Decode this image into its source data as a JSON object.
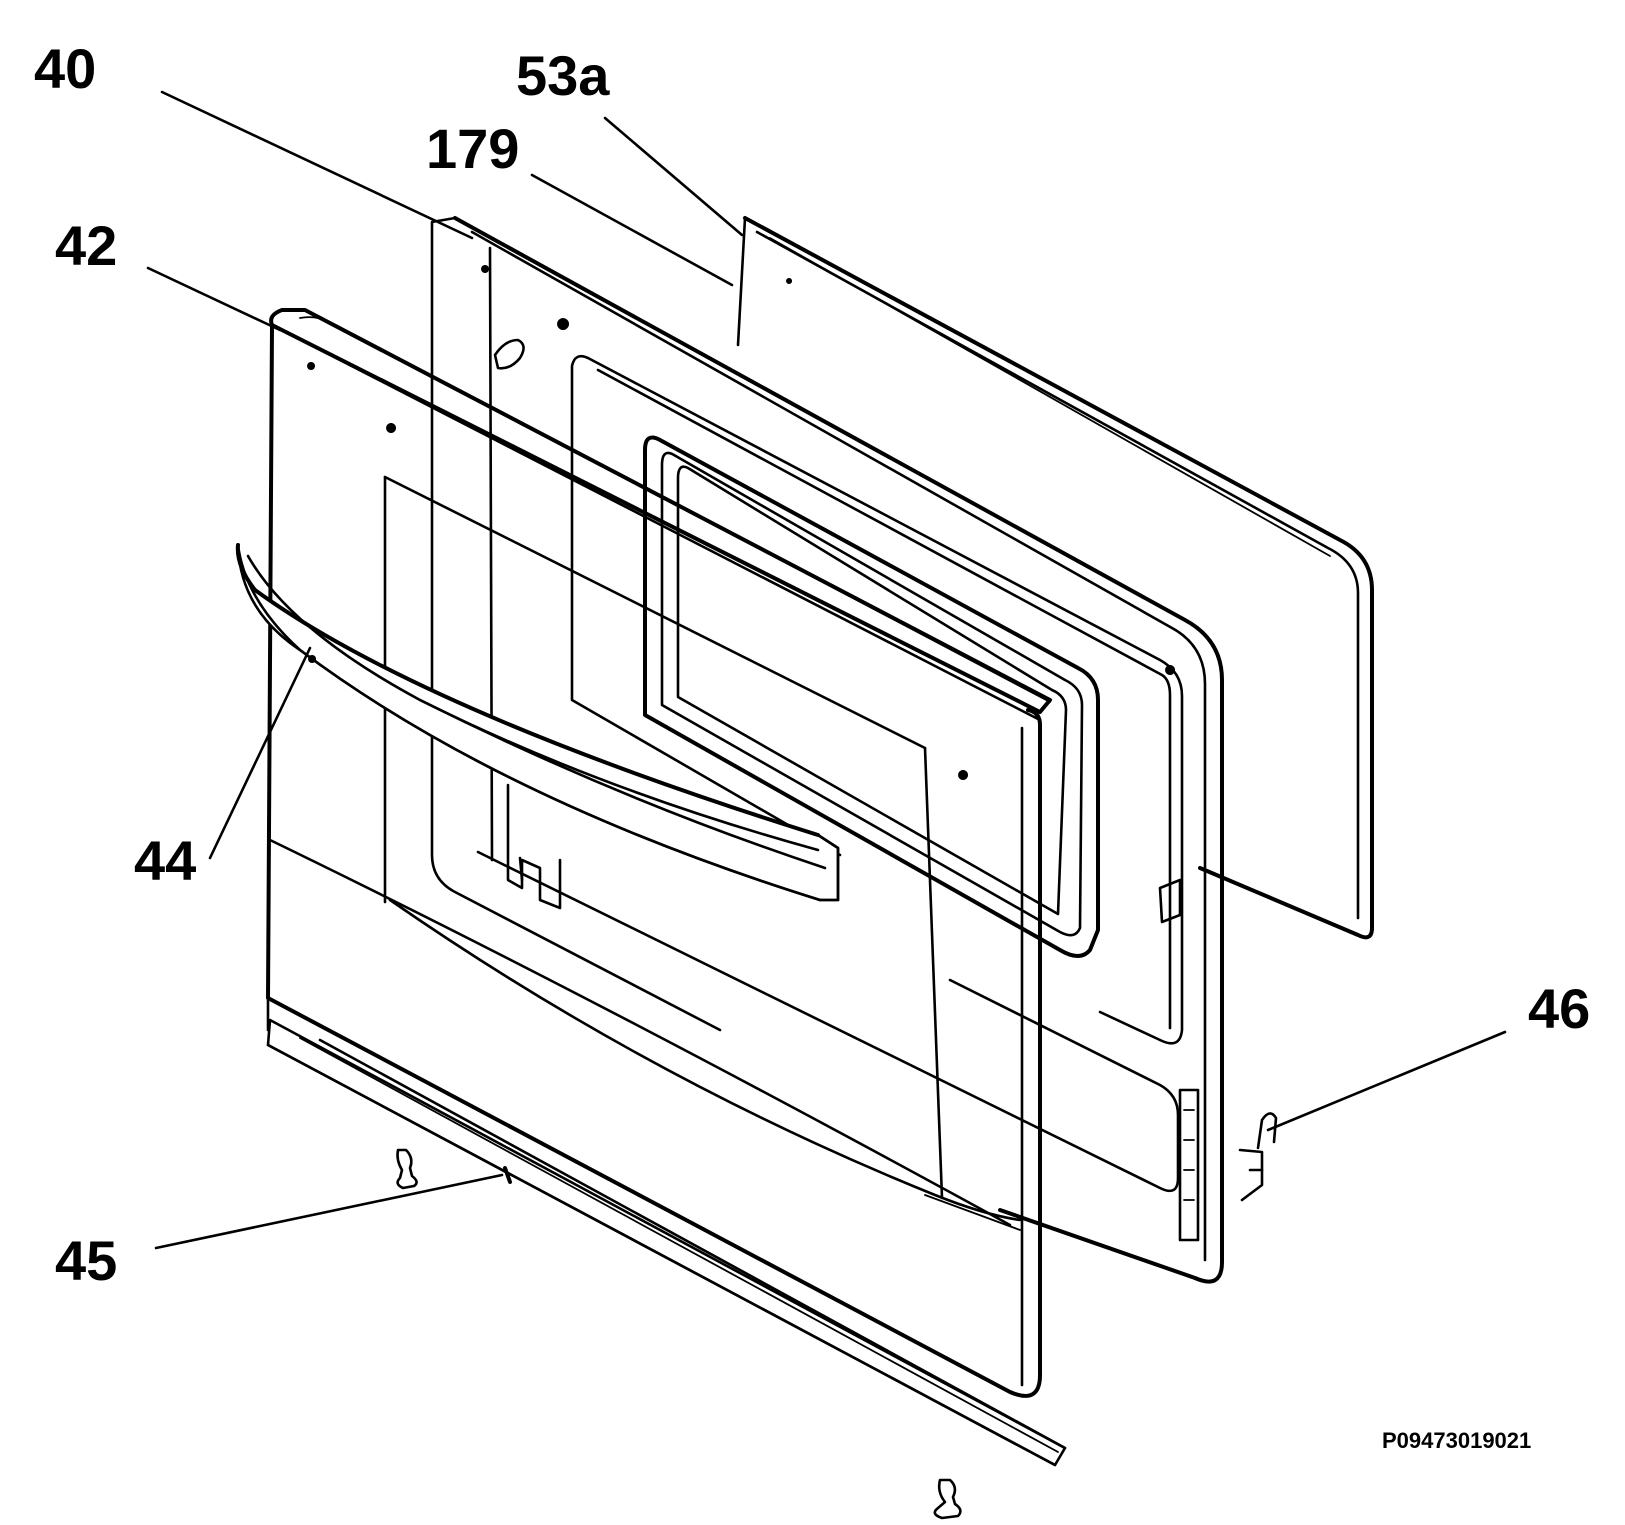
{
  "callouts": {
    "c40": "40",
    "c53a": "53a",
    "c179": "179",
    "c42": "42",
    "c44": "44",
    "c45": "45",
    "c46": "46"
  },
  "reference_code": "P09473019021",
  "colors": {
    "ink": "#000000",
    "background": "#ffffff"
  }
}
